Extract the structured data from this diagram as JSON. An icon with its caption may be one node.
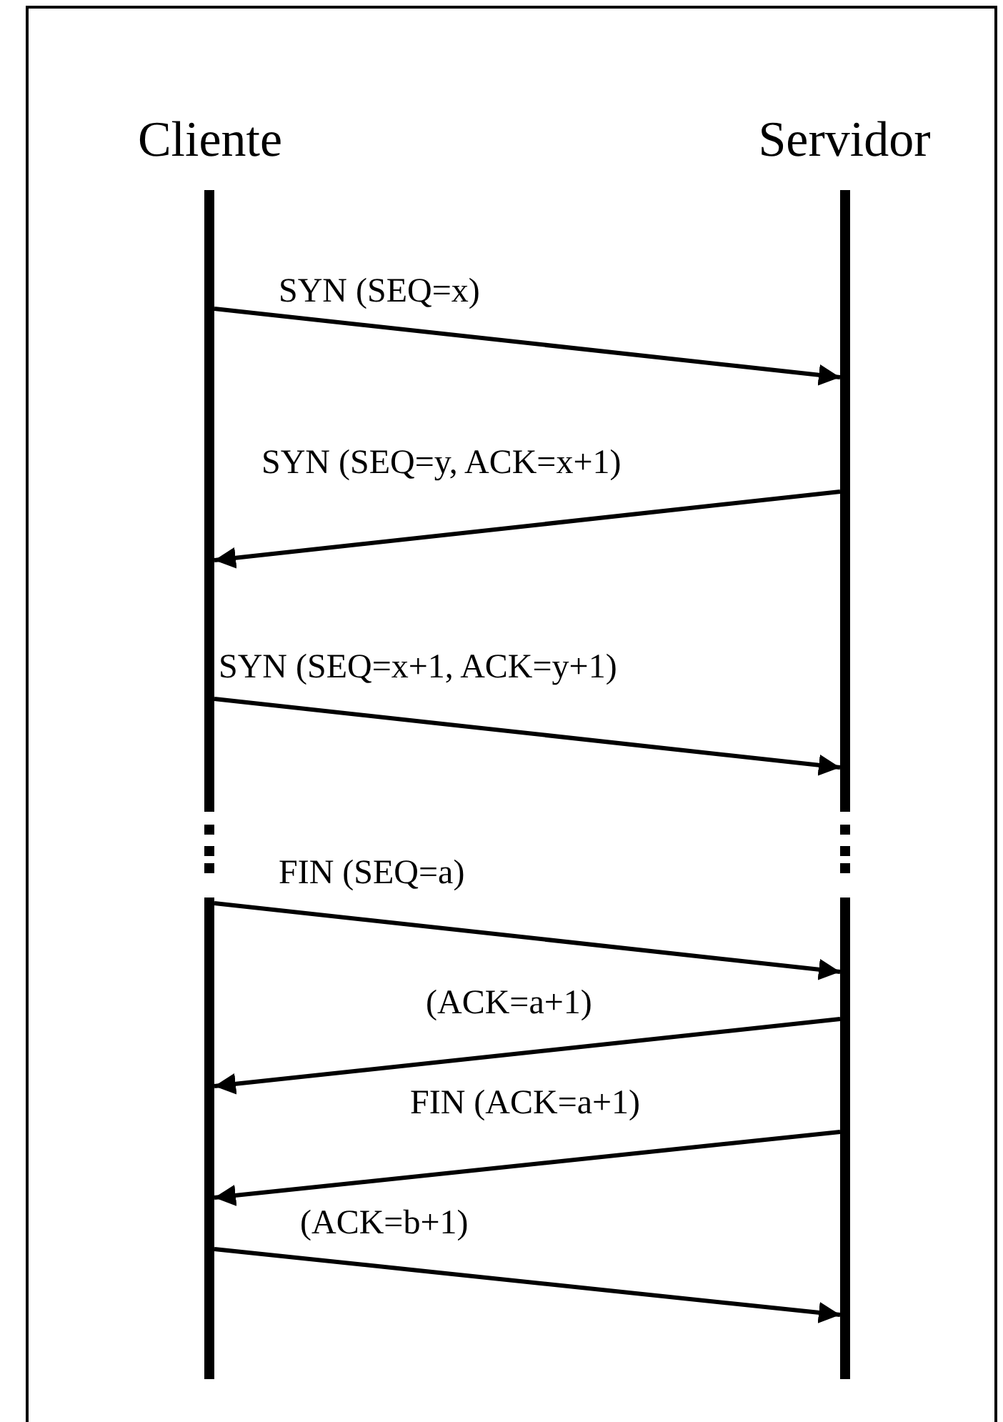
{
  "diagram": {
    "nodes": [
      {
        "text": [
          "Cliente"
        ]
      },
      {
        "text": [
          "Servidor"
        ]
      }
    ],
    "edges": [
      {
        "from": 0,
        "to": 1,
        "arrow": "to",
        "label": "SYN (SEQ=x)"
      },
      {
        "from": 1,
        "to": 0,
        "arrow": "to",
        "label": "SYN (SEQ=y, ACK=x+1)"
      },
      {
        "from": 0,
        "to": 1,
        "arrow": "to",
        "label": "SYN (SEQ=x+1, ACK=y+1)"
      },
      {
        "from": 0,
        "to": 1,
        "arrow": "to",
        "label": "FIN (SEQ=a)"
      },
      {
        "from": 1,
        "to": 0,
        "arrow": "to",
        "label": "(ACK=a+1)"
      },
      {
        "from": 1,
        "to": 0,
        "arrow": "to",
        "label": "FIN (ACK=a+1)"
      },
      {
        "from": 0,
        "to": 1,
        "arrow": "to",
        "label": "(ACK=b+1)"
      }
    ]
  }
}
